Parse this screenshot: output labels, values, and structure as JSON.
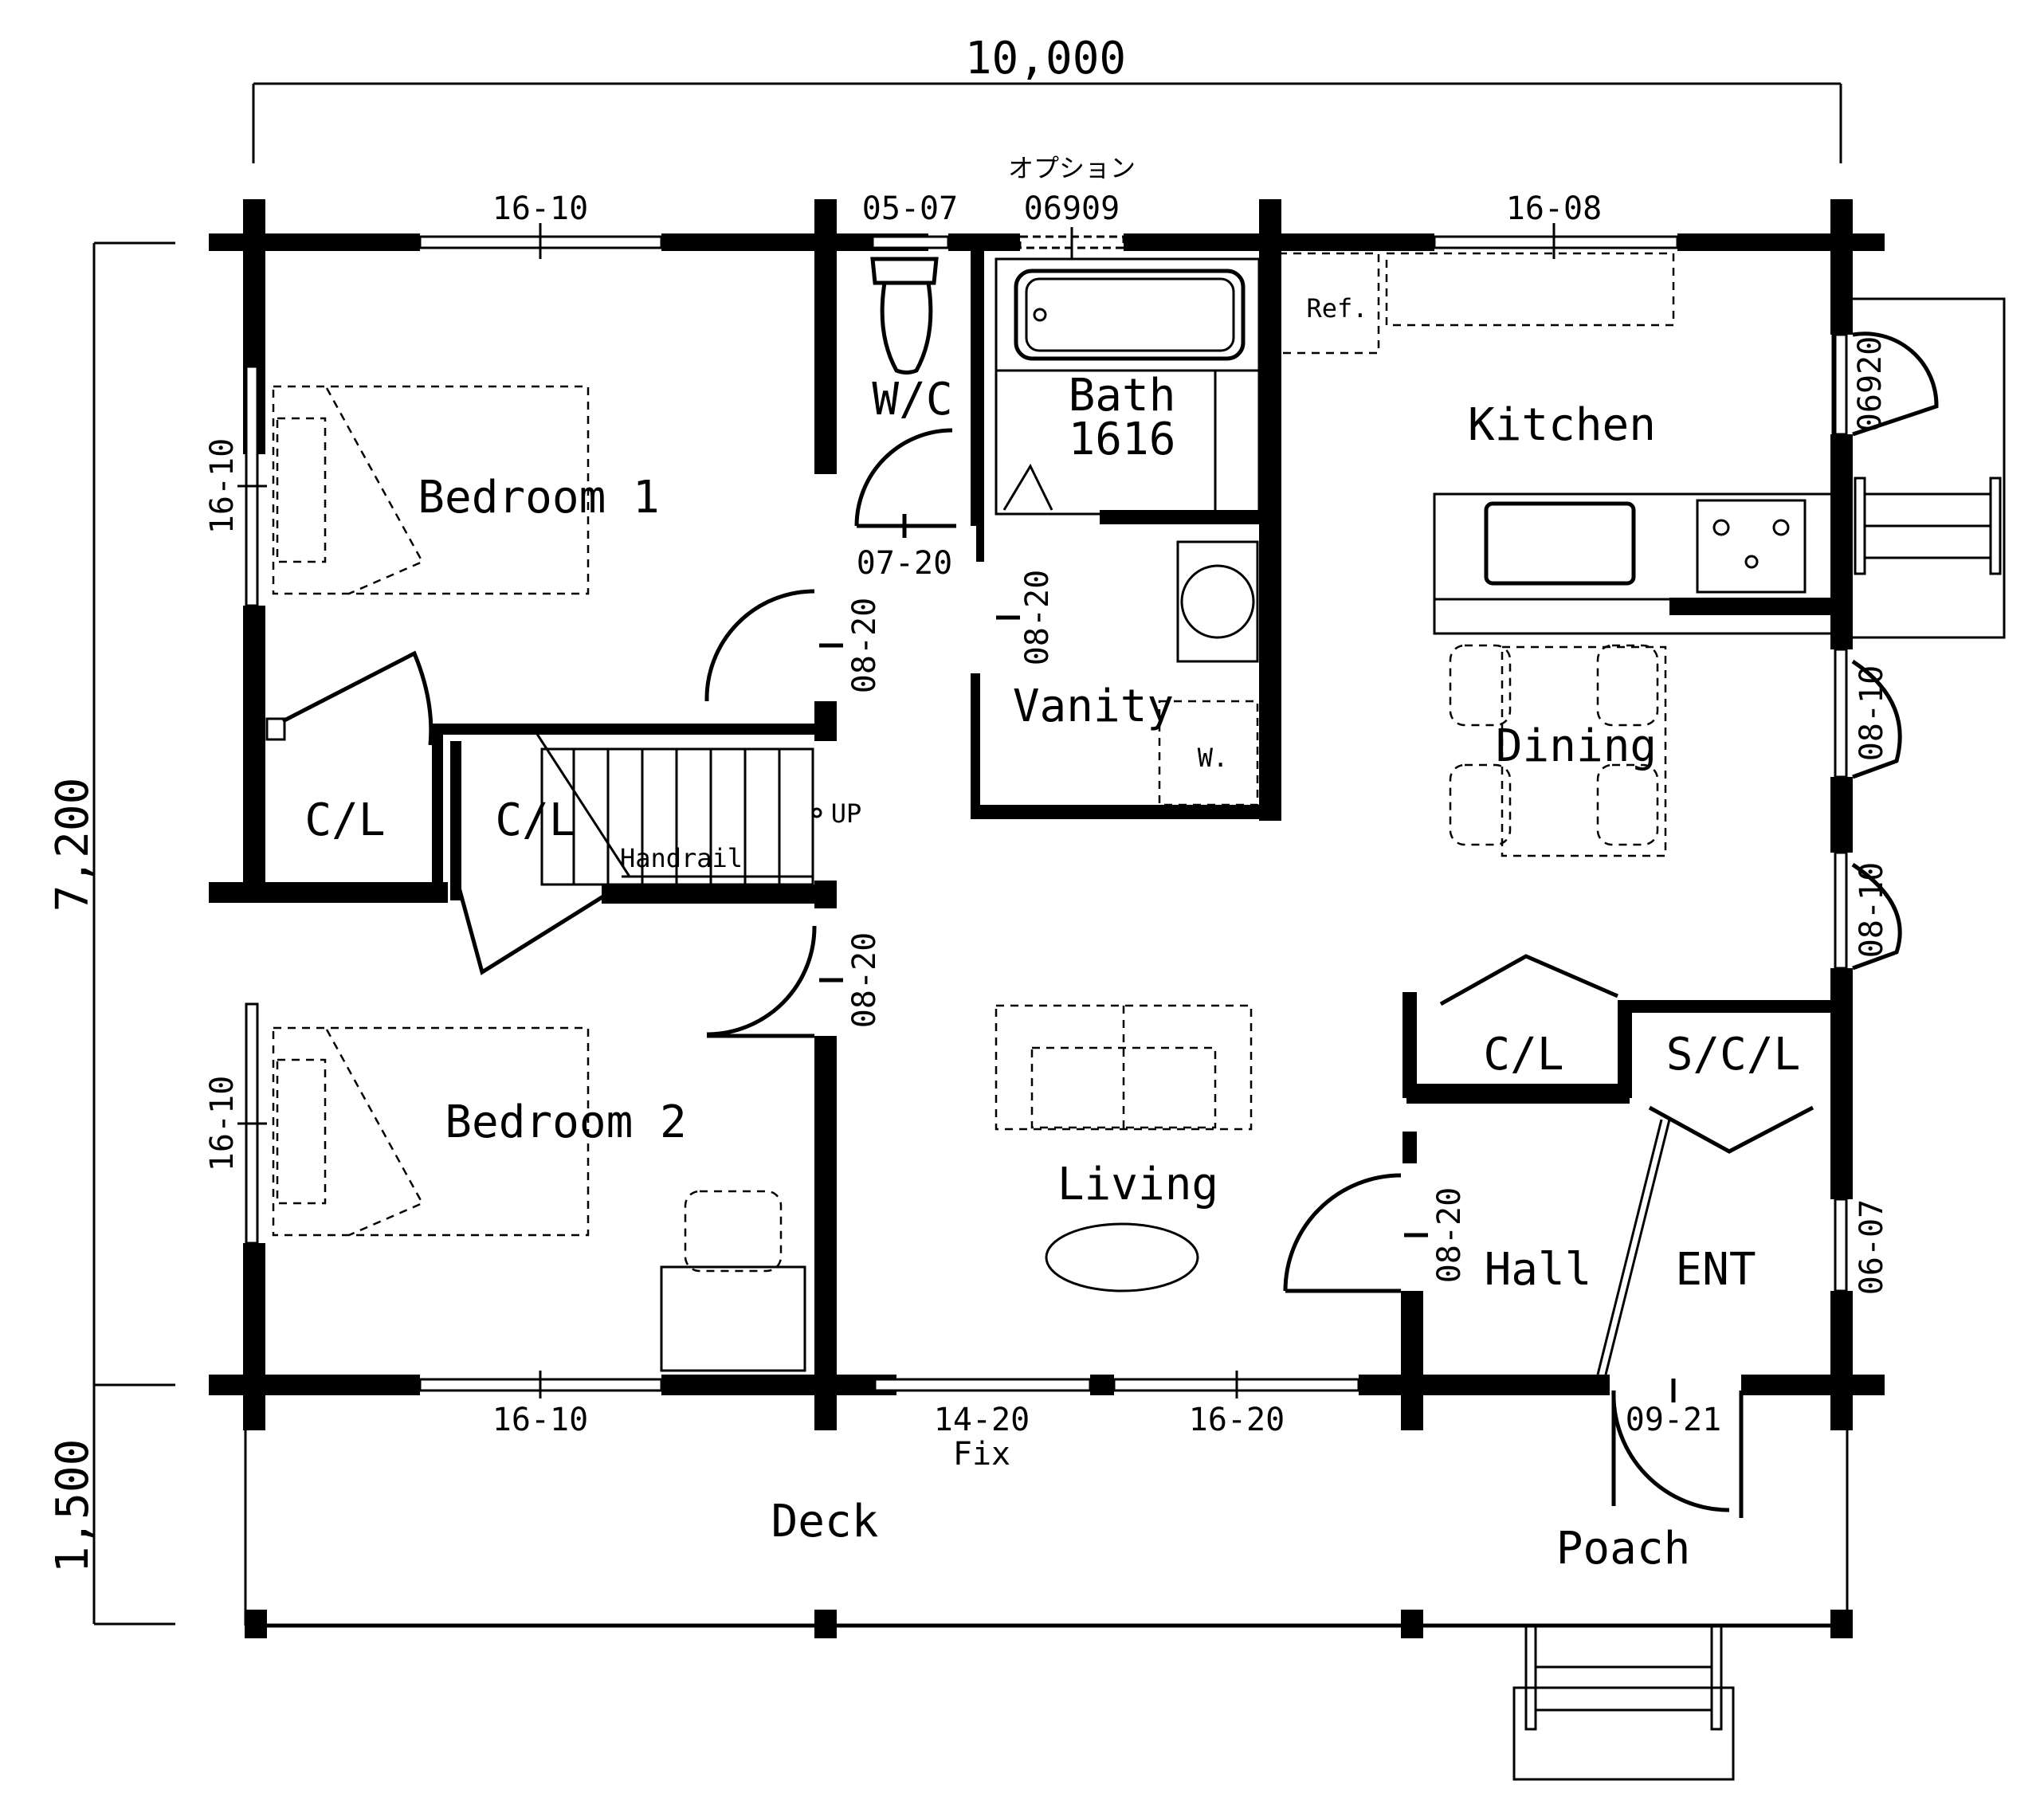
{
  "dimensions": {
    "overall_width": "10,000",
    "overall_depth": "7,200",
    "deck_depth": "1,500"
  },
  "rooms": {
    "bedroom1": "Bedroom 1",
    "bedroom2": "Bedroom 2",
    "closet_left": "C/L",
    "closet_stair": "C/L",
    "wc": "W/C",
    "bath": "Bath",
    "bath_size": "1616",
    "vanity": "Vanity",
    "kitchen": "Kitchen",
    "dining": "Dining",
    "living": "Living",
    "closet_hall": "C/L",
    "shoe_closet": "S/C/L",
    "hall": "Hall",
    "entrance": "ENT",
    "deck": "Deck",
    "porch": "Poach"
  },
  "fixtures": {
    "refrigerator": "Ref.",
    "washer": "W.",
    "handrail": "Handrail",
    "stair_up": "UP"
  },
  "openings": {
    "top_bedroom_window": "16-10",
    "top_wc_window": "05-07",
    "top_bath_option": "オプション",
    "top_bath_window": "06909",
    "top_kitchen_window": "16-08",
    "left_bedroom1_window": "16-10",
    "left_bedroom2_window": "16-10",
    "wc_door": "07-20",
    "bedroom1_door": "08-20",
    "vanity_door": "08-20",
    "bedroom2_door": "08-20",
    "hall_door": "08-20",
    "kitchen_door": "06920",
    "right_dining_window1": "08-10",
    "right_dining_window2": "08-10",
    "right_ent_window": "06-07",
    "bottom_bedroom2_window": "16-10",
    "bottom_fix_window": "14-20",
    "bottom_fix_label": "Fix",
    "bottom_living_window": "16-20",
    "entrance_door": "09-21"
  }
}
